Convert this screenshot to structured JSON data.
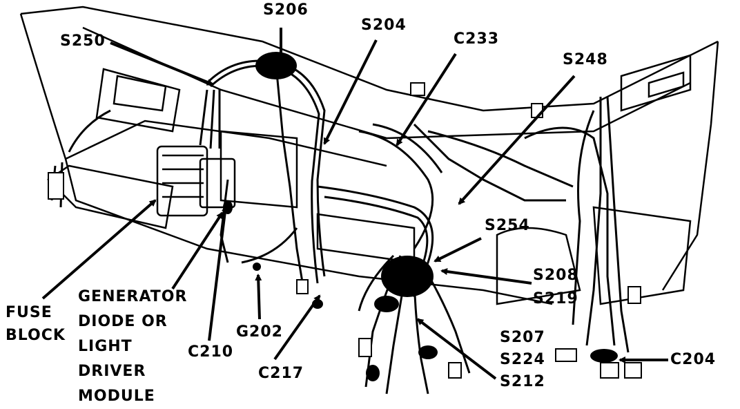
{
  "labels": {
    "s206": "S206",
    "s204": "S204",
    "c233": "C233",
    "s250": "S250",
    "s248": "S248",
    "s254": "S254",
    "s208": "S208",
    "s219": "S219",
    "s207": "S207",
    "s224": "S224",
    "s212": "S212",
    "c204": "C204",
    "c217": "C217",
    "g202": "G202",
    "c210": "C210",
    "fuse_block": [
      "FUSE",
      "BLOCK"
    ],
    "generator_module": [
      "GENERATOR",
      "DIODE OR",
      "LIGHT",
      "DRIVER",
      "MODULE"
    ]
  },
  "colors": {
    "ink": "#000000",
    "paper": "#ffffff"
  }
}
